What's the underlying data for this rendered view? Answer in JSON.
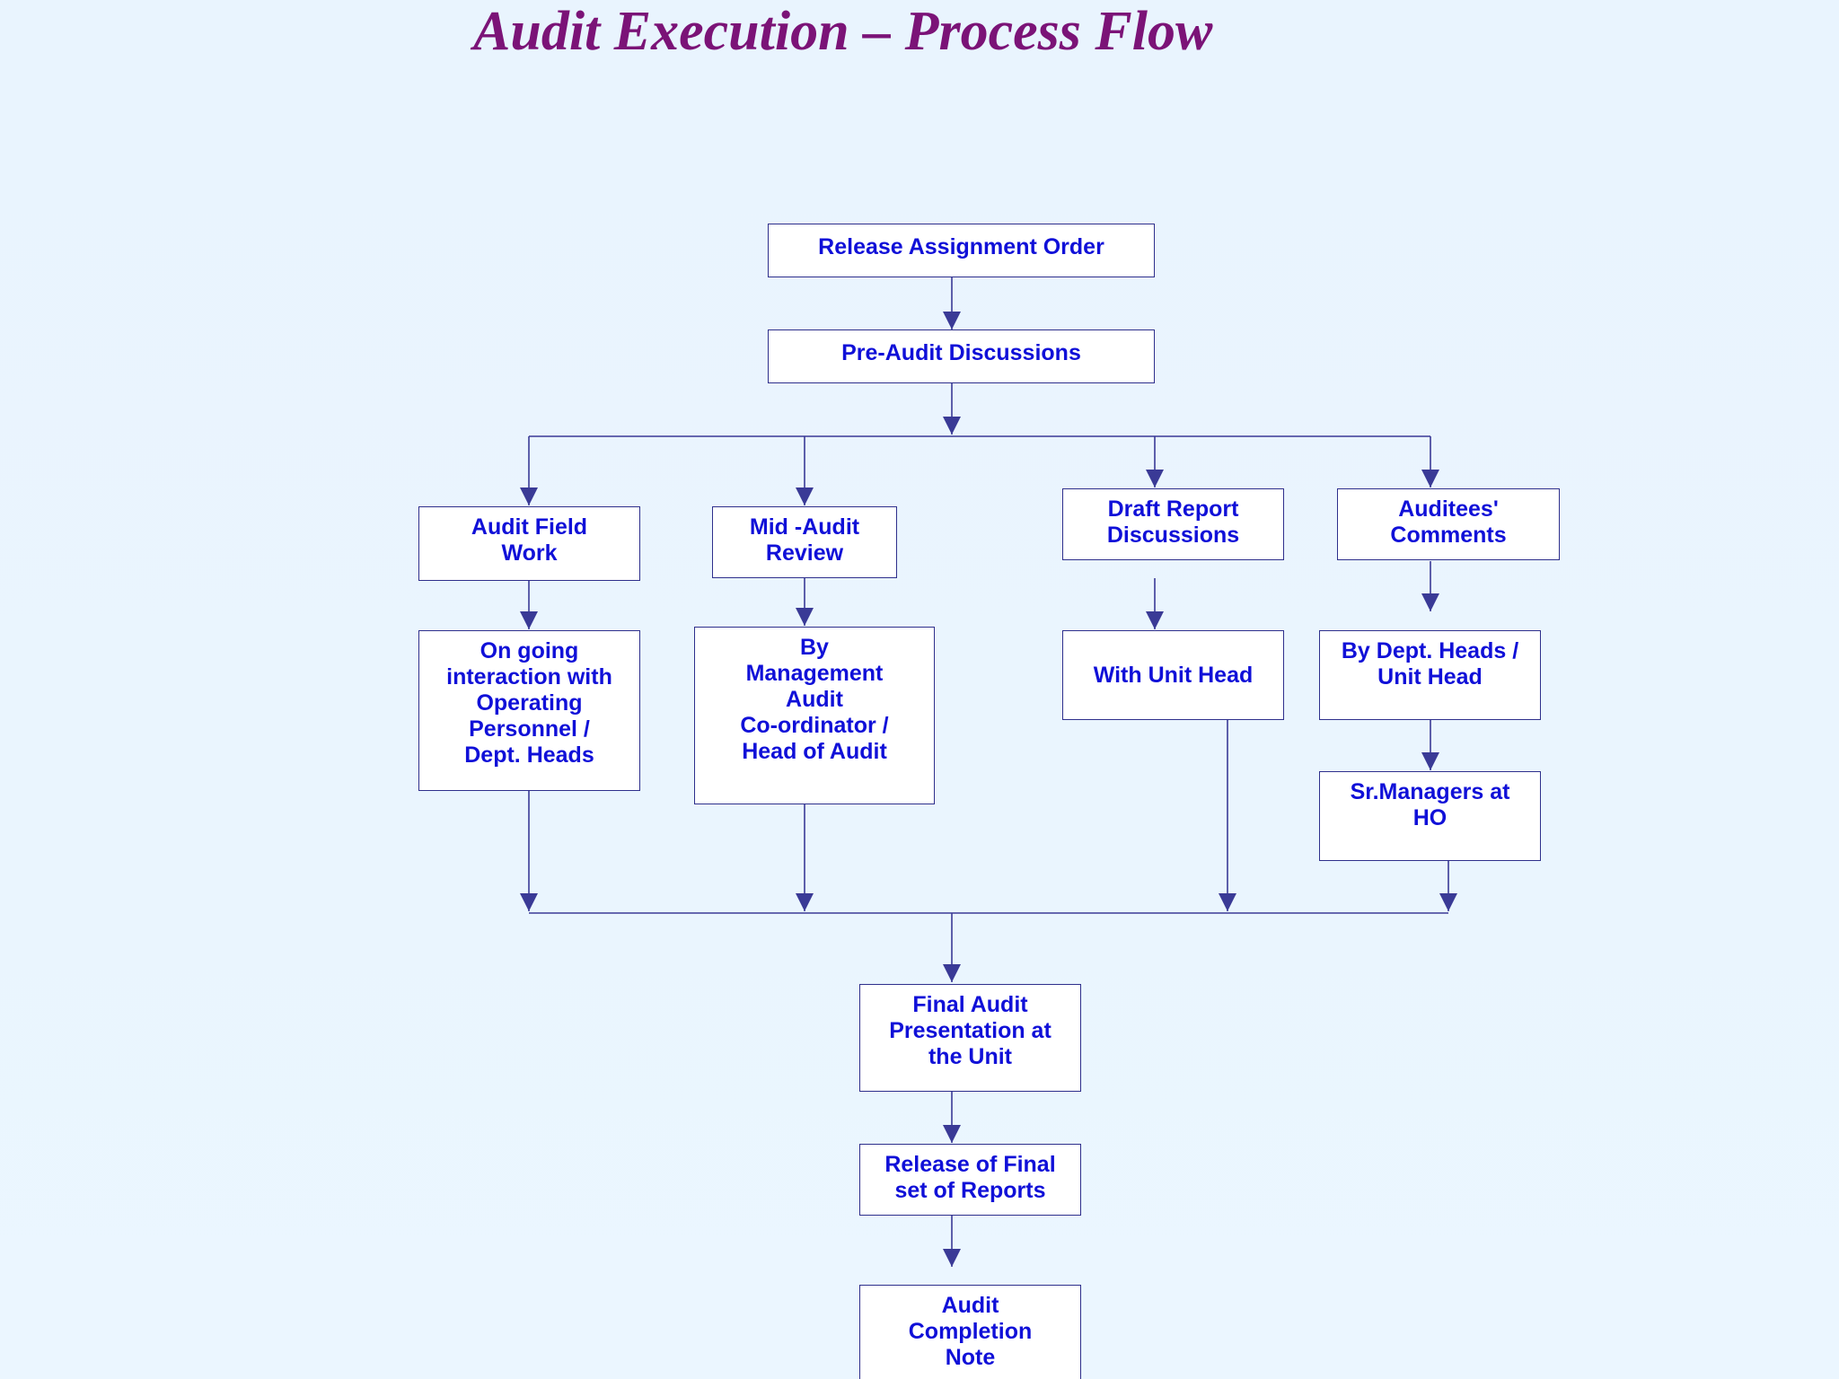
{
  "title": "Audit Execution – Process Flow",
  "nodes": {
    "release_assignment_order": "Release Assignment Order",
    "pre_audit_discussions": "Pre-Audit Discussions",
    "audit_field_work": "Audit Field\nWork",
    "mid_audit_review": "Mid -Audit\nReview",
    "draft_report_discussions": "Draft Report\nDiscussions",
    "auditees_comments": "Auditees'\nComments",
    "ongoing_interaction": "On going\ninteraction with\nOperating\nPersonnel /\nDept. Heads",
    "by_management": "By\nManagement\nAudit\nCo-ordinator /\nHead of Audit",
    "with_unit_head": "With Unit Head",
    "by_dept_heads": "By Dept. Heads /\nUnit Head",
    "sr_managers": "Sr.Managers at\nHO",
    "final_presentation": "Final Audit\nPresentation at\nthe Unit",
    "release_final_reports": "Release of  Final\nset of Reports",
    "audit_completion_note": "Audit\nCompletion\nNote"
  },
  "colors": {
    "title": "#7b1377",
    "box_text": "#1010d8",
    "box_border": "#2e2f8c",
    "connector": "#2e2f8c",
    "background": "#eaf5fe"
  }
}
